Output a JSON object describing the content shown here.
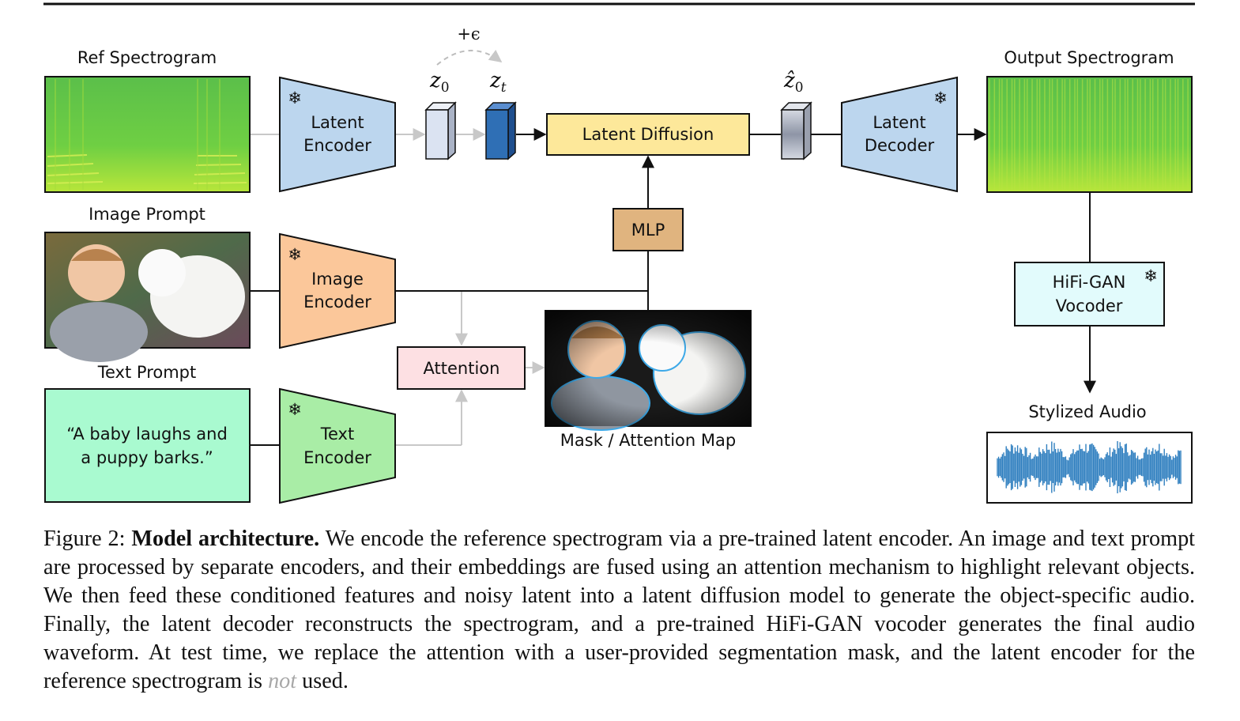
{
  "labels": {
    "ref_spectrogram": "Ref Spectrogram",
    "image_prompt": "Image Prompt",
    "text_prompt": "Text Prompt",
    "output_spectrogram": "Output Spectrogram",
    "stylized_audio": "Stylized Audio",
    "mask_attention_map": "Mask / Attention Map",
    "noise": "+ϵ",
    "z0": "z",
    "z0_sub": "0",
    "zt": "z",
    "zt_sub": "t",
    "z0hat": "ẑ",
    "z0hat_sub": "0"
  },
  "blocks": {
    "latent_encoder": [
      "Latent",
      "Encoder"
    ],
    "image_encoder": [
      "Image",
      "Encoder"
    ],
    "text_encoder": [
      "Text",
      "Encoder"
    ],
    "latent_decoder": [
      "Latent",
      "Decoder"
    ],
    "latent_diffusion": "Latent Diffusion",
    "mlp": "MLP",
    "attention": "Attention",
    "vocoder": [
      "HiFi-GAN",
      "Vocoder"
    ]
  },
  "text_prompt": [
    "“A baby laughs and",
    "a puppy barks.”"
  ],
  "frozen_icon": "❄",
  "colors": {
    "spectrogram_green": "#6fcf43",
    "encoder_blue": "#bcd6ee",
    "image_encoder_orange": "#fbc79a",
    "text_encoder_green": "#a9eda6",
    "diffusion_yellow": "#fde89a",
    "mlp_tan": "#e0b47f",
    "attention_pink": "#fde0e3",
    "vocoder_cyan": "#e2fbfc",
    "text_box_green": "#a9fad0",
    "waveform_blue": "#2f7fbf",
    "latent_zt_blue": "#2f6fb5"
  },
  "caption": {
    "prefix": "Figure 2: ",
    "title": "Model architecture.",
    "body": " We encode the reference spectrogram via a pre-trained latent encoder. An image and text prompt are processed by separate encoders, and their embeddings are fused using an attention mechanism to highlight relevant objects. We then feed these conditioned features and noisy latent into a latent diffusion model to generate the object-specific audio. Finally, the latent decoder reconstructs the spectrogram, and a pre-trained HiFi-GAN vocoder generates the final audio waveform. At test time, we replace the attention with a user-provided segmentation mask, and the latent encoder for the reference spectrogram is ",
    "emph": "not",
    "suffix": " used."
  }
}
